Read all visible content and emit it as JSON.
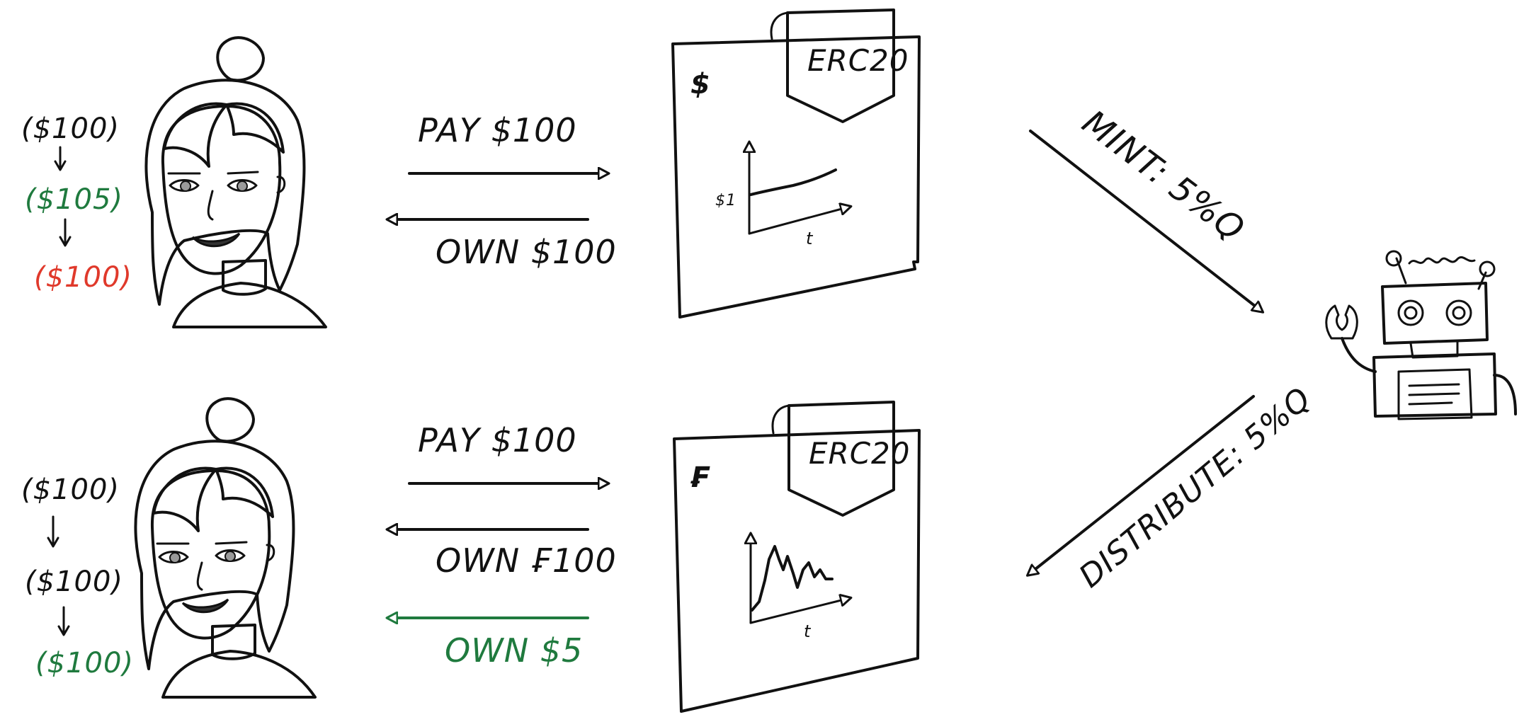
{
  "colors": {
    "ink": "#111111",
    "teal_hair": "#9adccf",
    "pink_hair": "#e3979a",
    "skin": "#fbeee0",
    "shirt": "#8a8a8a",
    "paper": "#fcfaef",
    "tag": "#9adccf",
    "robot_body": "#c7d9ea",
    "robot_panel": "#9fc6ea",
    "robot_knob": "#e99a9a",
    "green": "#1f7a3e",
    "red": "#e0392b"
  },
  "person_top": {
    "balances": [
      "($100)",
      "($105)",
      "($100)"
    ],
    "balance_colors": [
      "#111111",
      "#1f7a3e",
      "#e0392b"
    ]
  },
  "person_bottom": {
    "balances": [
      "($100)",
      "($100)",
      "($100)"
    ],
    "balance_colors": [
      "#111111",
      "#111111",
      "#1f7a3e"
    ]
  },
  "flow_top": {
    "pay_label": "PAY $100",
    "own_label": "OWN $100"
  },
  "flow_bottom": {
    "pay_label": "PAY $100",
    "own_label": "OWN ₣100",
    "bonus_label": "OWN $5"
  },
  "token_top": {
    "tag_label": "ERC20",
    "currency_symbol": "$",
    "chart_y_label": "$1",
    "chart_x_label": "t"
  },
  "token_bottom": {
    "tag_label": "ERC20",
    "currency_symbol": "₣",
    "chart_x_label": "t"
  },
  "robot_flow": {
    "mint_label": "MINT: 5%Q",
    "distribute_label": "DISTRIBUTE: 5%Q"
  },
  "icons": {
    "person_top": "woman-teal-hair-icon",
    "person_bottom": "woman-pink-hair-icon",
    "robot": "robot-icon",
    "document_top": "erc20-token-document-icon",
    "document_bottom": "erc20-token-document-icon"
  }
}
